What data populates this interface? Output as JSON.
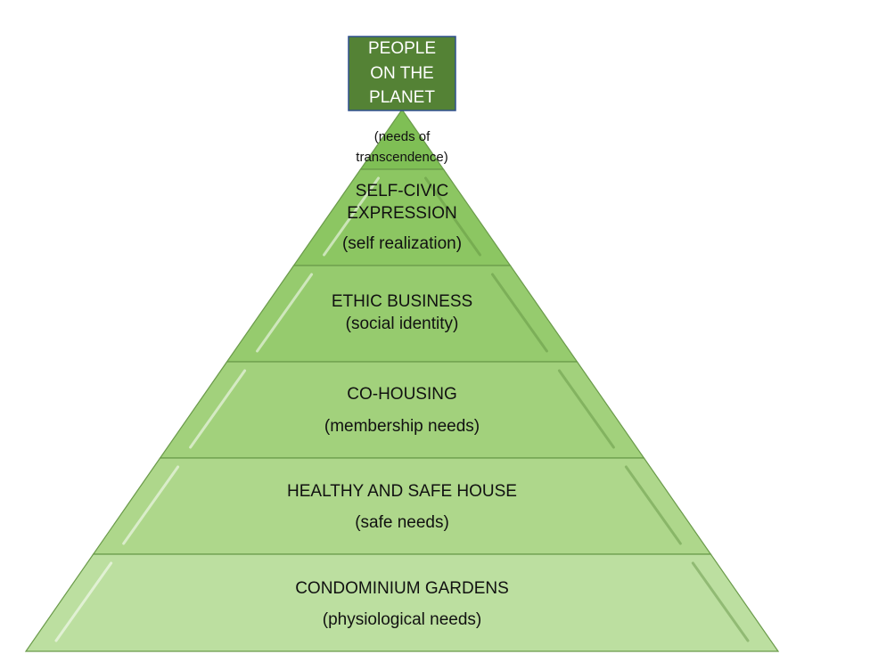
{
  "colors": {
    "top_box": "#548235",
    "top_box_border": "#2f4f8f",
    "level_fills": [
      "#7fbf55",
      "#8cc662",
      "#96cb6e",
      "#a2d17c",
      "#aed78b",
      "#bcdfa0"
    ],
    "separator": "#6a9a4a",
    "text": "#111111",
    "top_text": "#ffffff"
  },
  "top_box": {
    "lines": [
      "PEOPLE",
      "ON THE",
      "PLANET"
    ]
  },
  "levels": [
    {
      "title_lines": [],
      "subtitle_lines": [
        "(needs of",
        "transcendence)"
      ]
    },
    {
      "title_lines": [
        "SELF-CIVIC",
        "EXPRESSION"
      ],
      "subtitle_lines": [
        "(self realization)"
      ]
    },
    {
      "title_lines": [
        "ETHIC BUSINESS"
      ],
      "subtitle_lines": [
        "(social identity)"
      ]
    },
    {
      "title_lines": [
        "CO-HOUSING"
      ],
      "subtitle_lines": [
        "(membership needs)"
      ]
    },
    {
      "title_lines": [
        "HEALTHY AND SAFE HOUSE"
      ],
      "subtitle_lines": [
        "(safe needs)"
      ]
    },
    {
      "title_lines": [
        "CONDOMINIUM GARDENS"
      ],
      "subtitle_lines": [
        "(physiological needs)"
      ]
    }
  ]
}
